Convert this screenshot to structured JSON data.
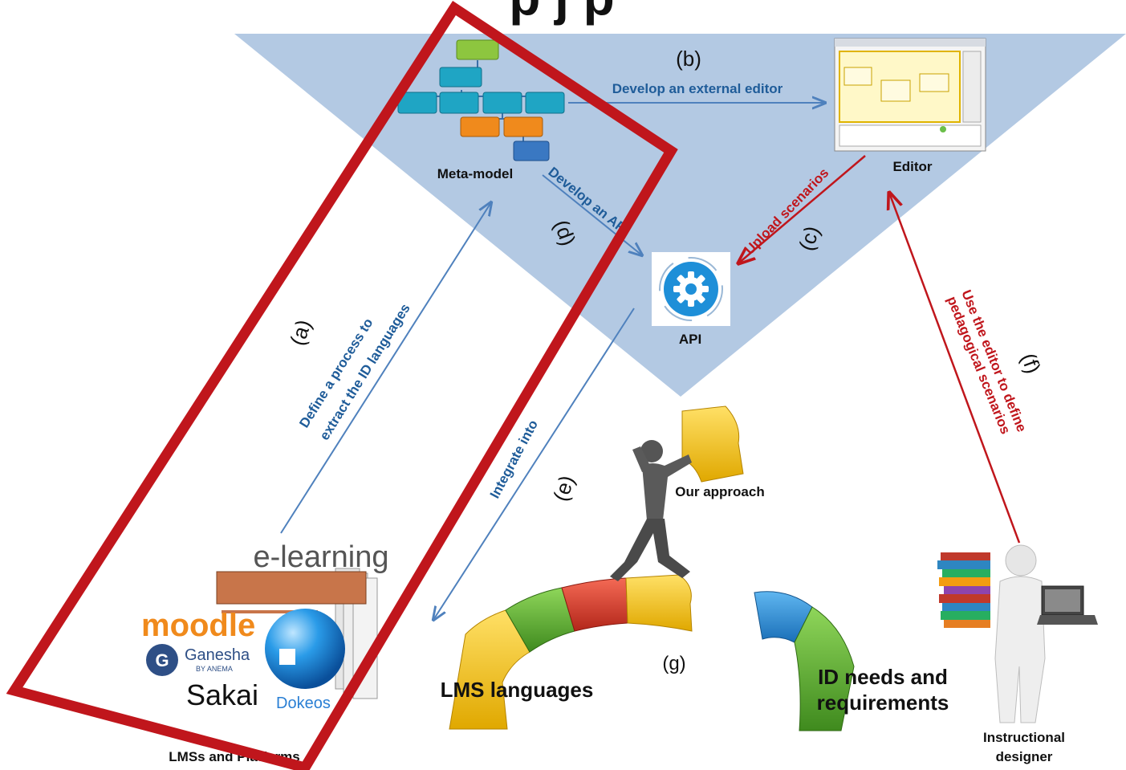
{
  "title_fragment": "p   j          p",
  "colors": {
    "triangle": "#b3c9e3",
    "blue_arrow": "#4f81bd",
    "red_arrow": "#c0161c",
    "highlight_box": "#c0161c",
    "blue_text": "#1f5c99",
    "red_text": "#c0161c",
    "node_green": "#8dc63f",
    "node_cyan": "#1fa5c4",
    "node_orange": "#f08a1c",
    "node_blue": "#3a78c2",
    "puzzle_yellow": "#f2c41a",
    "puzzle_green": "#5aa632",
    "puzzle_red": "#d83a2a",
    "puzzle_blue": "#2a8ad6"
  },
  "nodes": {
    "meta_model": "Meta-model",
    "editor": "Editor",
    "api": "API",
    "lms_platforms": "LMSs and Platforms",
    "instructional_designer_1": "Instructional",
    "instructional_designer_2": "designer",
    "our_approach": "Our approach",
    "lms_languages": "LMS languages",
    "id_needs_1": "ID needs and",
    "id_needs_2": "requirements"
  },
  "edges": {
    "a_label": "(a)",
    "a_text_1": "Define a process to",
    "a_text_2": "extract the ID languages",
    "b_label": "(b)",
    "b_text": "Develop an external editor",
    "c_label": "(c)",
    "c_text": "Upload scenarios",
    "d_label": "(d)",
    "d_text": "Develop an API",
    "e_label": "(e)",
    "e_text": "Integrate into",
    "f_label": "(f)",
    "f_text_1": "Use the editor to define",
    "f_text_2": "pedagogical scenarios",
    "g_label": "(g)"
  },
  "logos": {
    "elearning": "e-learning",
    "moodle": "moodle",
    "ganesha": "Ganesha",
    "ganesha_sub": "BY ANEMA",
    "sakai": "Sakai",
    "dokeos": "Dokeos"
  },
  "icons": {
    "api": "gear-icon",
    "editor": "editor-screenshot-icon",
    "meta_model": "hierarchy-chart-icon",
    "designer": "person-with-books-icon",
    "approach": "person-with-puzzle-icon"
  }
}
